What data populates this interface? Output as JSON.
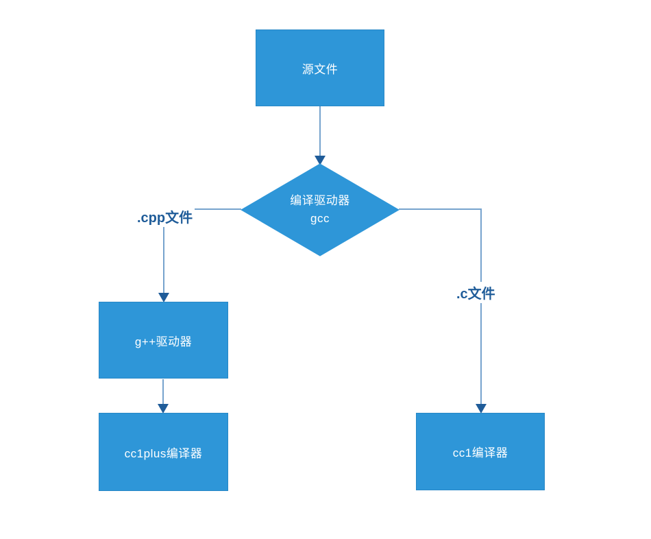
{
  "diagram": {
    "title": "gcc compilation driver flowchart",
    "nodes": {
      "source": {
        "label": "源文件",
        "shape": "rect"
      },
      "gcc_driver": {
        "label_line1": "编译驱动器",
        "label_line2": "gcc",
        "shape": "diamond"
      },
      "gpp_driver": {
        "label": "g++驱动器",
        "shape": "rect"
      },
      "cc1plus": {
        "label": "cc1plus编译器",
        "shape": "rect"
      },
      "cc1": {
        "label": "cc1编译器",
        "shape": "rect"
      }
    },
    "edges": {
      "source_to_gcc": {
        "label": ""
      },
      "gcc_to_gpp": {
        "label": ".cpp文件"
      },
      "gcc_to_cc1": {
        "label": ".c文件"
      },
      "gpp_to_cc1plus": {
        "label": ""
      }
    }
  },
  "colors": {
    "node-fill": "#2E96D8",
    "node-border": "#2787C6",
    "node-text": "#FFFFFF",
    "connector": "#76A3CD",
    "arrowhead": "#1F5C99",
    "edge-label": "#1F5C99",
    "background": "#FFFFFF"
  }
}
